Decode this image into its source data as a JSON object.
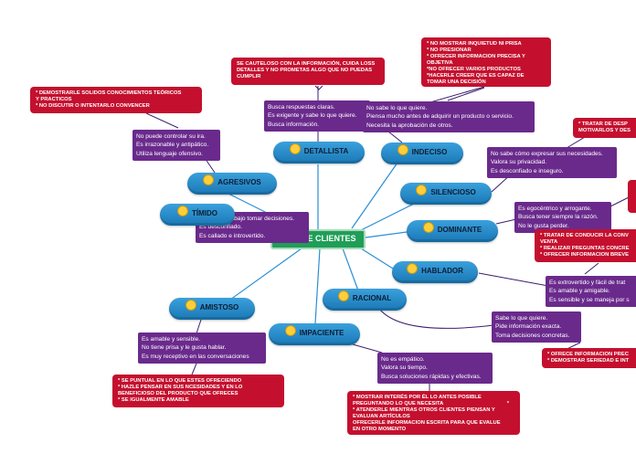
{
  "central": "TIPO DE CLIENTES",
  "colors": {
    "central": "#1f9e57",
    "category": "#1f86c7",
    "description": "#6a2a8c",
    "advice": "#c4102e",
    "line": "#2a8fd6"
  },
  "categories": {
    "detallista": {
      "label": "DETALLISTA",
      "icon": "eyes-icon",
      "desc": [
        "Busca respuestas claras.",
        "Es exigente y sabe lo que quiere.",
        "Busca información."
      ],
      "advice": [
        "SE CAUTELOSO CON LA INFORMACIÓN, CUIDA LOSS",
        "DETALLES Y NO PROMETAS ALGO QUE NO PUEDAS",
        "CUMPLIR"
      ]
    },
    "indeciso": {
      "label": "INDECISO",
      "icon": "thinking-face-icon",
      "desc": [
        "No sabe lo que quiere.",
        "Piensa mucho antes de adquirir un producto o servicio.",
        "Necesita la aprobación de otros."
      ],
      "advice": [
        "* NO MOSTRAR INQUIETUD NI PRISA",
        "* NO PRESIONAR",
        "* OFRECER INFORMACION PRECISA Y",
        "OBJETIVA",
        "*NO OFRECER VARIOS PRODUCTOS",
        "*HACERLE CREER QUE ES CAPAZ DE",
        "TOMAR UNA DECISIÓN"
      ]
    },
    "agresivos": {
      "label": "AGRESIVOS",
      "icon": "angry-face-icon",
      "desc": [
        "No puede controlar su ira.",
        "Es irrazonable y antipático.",
        "Utiliza lenguaje ofensivo."
      ],
      "advice": [
        "* DEMOSTRARLE SOLIDOS CONOCIMIENTOS TEÓRICOS",
        "Y PRACTICOS",
        "* NO DISCUTIR O INTENTARLO CONVENCER"
      ]
    },
    "silencioso": {
      "label": "SILENCIOSO",
      "icon": "zipper-mouth-icon",
      "desc": [
        "No sabe cómo expresar sus necesidades.",
        "Valora su privacidad.",
        "Es desconfiado e inseguro."
      ],
      "advice": [
        "* TRATAR DE DESP",
        "MOTIVARLOS Y DES"
      ]
    },
    "timido": {
      "label": "TÍMIDO",
      "icon": "shy-face-icon",
      "desc": [
        "Le cuesta trabajo tomar decisiones.",
        "Es desconfiado.",
        "Es callado e introvertido."
      ]
    },
    "dominante": {
      "label": "DOMINANTE",
      "icon": "frowning-face-icon",
      "desc": [
        "Es egocéntrico y arrogante.",
        "Busca tener siempre la razón.",
        "No le gusta perder."
      ],
      "advice": [
        "* TRATAR DE CONDUCIR LA CONV",
        "VENTA",
        "* REALIZAR PREGUNTAS CONCRE",
        "* OFRECER INFORMACION BREVE"
      ]
    },
    "hablador": {
      "label": "HABLADOR",
      "icon": "laughing-face-icon",
      "desc": [
        "Es extrovertido y fácil de trat",
        "Es amable y amigable.",
        "Es sensible y se maneja por s"
      ]
    },
    "racional": {
      "label": "RACIONAL",
      "icon": "nerd-face-icon",
      "desc": [
        "Sabe lo que quiere.",
        "Pide información exacta.",
        "Toma decisiones concretas."
      ],
      "advice": [
        "* OFRECE INFORMACION PREC",
        "* DEMOSTRAR SERIEDAD E INT"
      ]
    },
    "amistoso": {
      "label": "AMISTOSO",
      "icon": "smiling-face-icon",
      "desc": [
        "Es amable y sensible.",
        "No tiene prisa y le gusta hablar.",
        "Es muy receptivo en las conversaciones"
      ],
      "advice": [
        "* SE PUNTUAL EN LO QUE ESTES OFRECIENDO",
        "* HAZLE PENSAR EN SUS NCESIDADES Y EN LO",
        "BENEFICIOSO DEL PRODUCTO QUE OFRECES",
        "* SE IGUALMENTE AMABLE"
      ]
    },
    "impaciente": {
      "label": "IMPACIENTE",
      "icon": "alarm-clock-icon",
      "desc": [
        "No es empático.",
        "Valora su tiempo.",
        "Busca soluciones rápidas y efectivas."
      ],
      "advice": [
        "* MOSTRAR INTERÉS POR ÉL LO ANTES POSIBLE",
        "PREGUNTANDO LO QUE NECESITA",
        "* ATENDERLE MIENTRAS OTROS CLIENTES PIENSAN Y",
        "EVALUAN ARTÍCULOS",
        "*",
        "OFRECERLE INFORMACION ESCRITA PARA QUE EVALUE",
        "EN OTRO MOMENTO"
      ]
    }
  }
}
